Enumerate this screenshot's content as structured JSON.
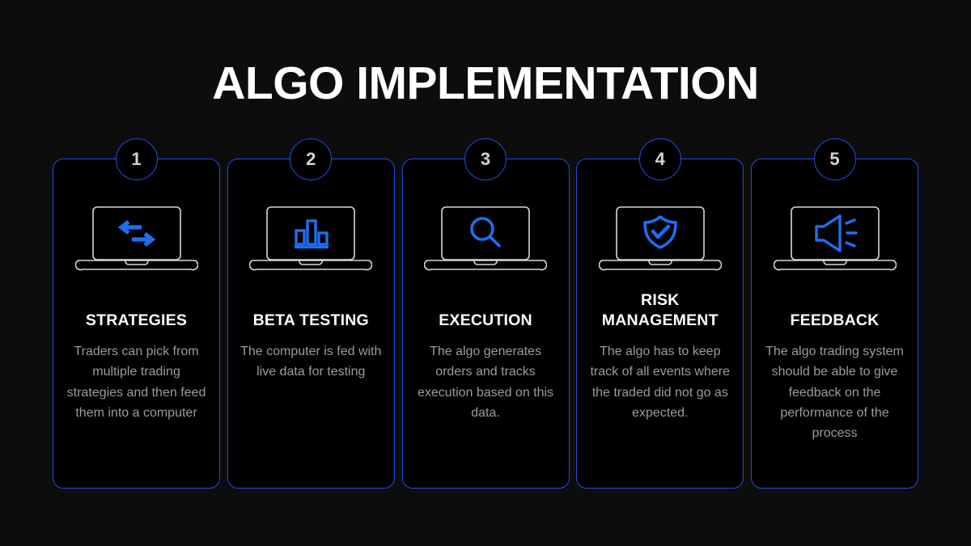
{
  "slide": {
    "title": "ALGO IMPLEMENTATION",
    "background_color": "#0d0d0d",
    "accent_color": "#1f4fe0",
    "heading_color": "#ffffff",
    "body_color": "#9b9b9b"
  },
  "cards": [
    {
      "number": "1",
      "icon": "exchange-arrows-icon",
      "heading": "STRATEGIES",
      "body": "Traders can pick from multiple trading strategies and then feed them into a computer"
    },
    {
      "number": "2",
      "icon": "bar-chart-icon",
      "heading": "BETA TESTING",
      "body": "The computer is fed with live data for testing"
    },
    {
      "number": "3",
      "icon": "magnifier-icon",
      "heading": "EXECUTION",
      "body": "The algo generates orders and tracks execution based on this data."
    },
    {
      "number": "4",
      "icon": "shield-check-icon",
      "heading": "RISK MANAGEMENT",
      "body": "The algo has to keep track of all events where the traded did not go as expected."
    },
    {
      "number": "5",
      "icon": "megaphone-icon",
      "heading": "FEEDBACK",
      "body": "The algo trading system should be able to give feedback on the performance of the process"
    }
  ]
}
